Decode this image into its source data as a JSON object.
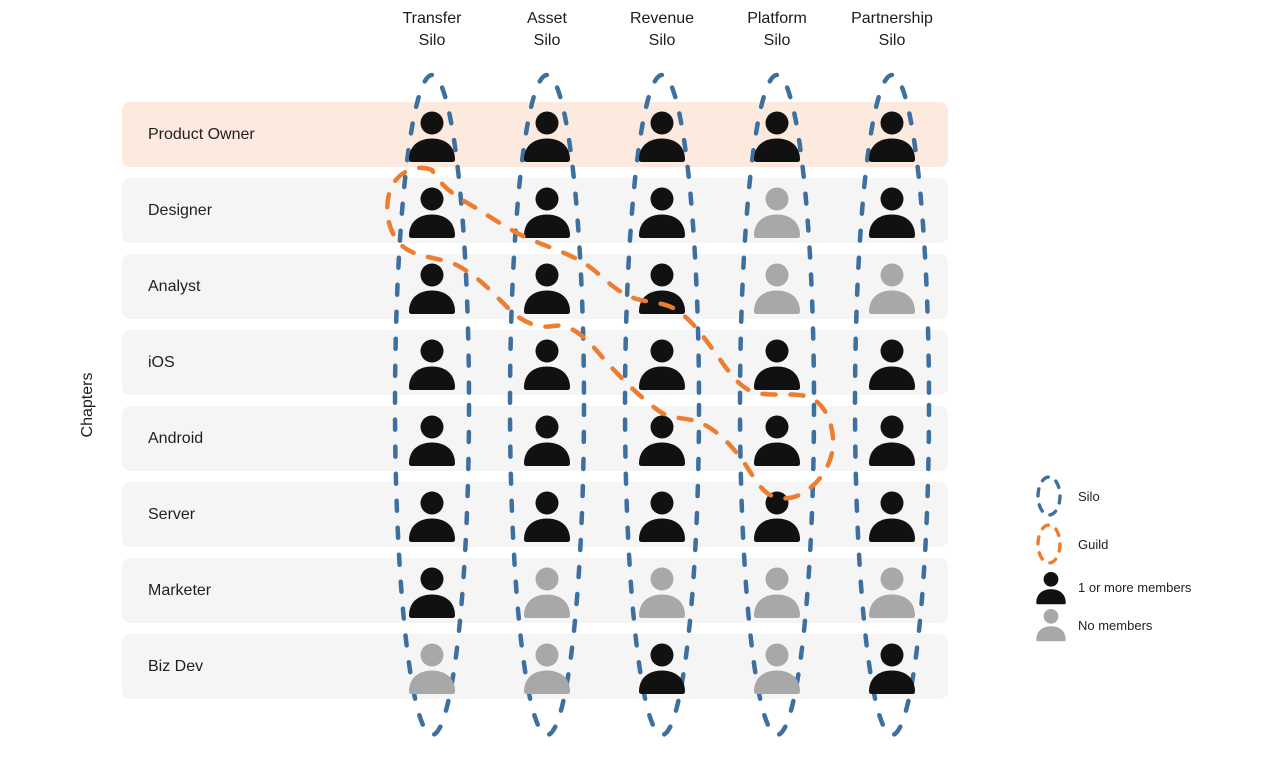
{
  "axis": {
    "rows_label": "Chapters"
  },
  "columns": [
    {
      "line1": "Transfer",
      "line2": "Silo"
    },
    {
      "line1": "Asset",
      "line2": "Silo"
    },
    {
      "line1": "Revenue",
      "line2": "Silo"
    },
    {
      "line1": "Platform",
      "line2": "Silo"
    },
    {
      "line1": "Partnership",
      "line2": "Silo"
    }
  ],
  "rows": [
    {
      "label": "Product Owner",
      "highlighted": true,
      "members": [
        1,
        1,
        1,
        1,
        1
      ]
    },
    {
      "label": "Designer",
      "highlighted": false,
      "members": [
        1,
        1,
        1,
        0,
        1
      ]
    },
    {
      "label": "Analyst",
      "highlighted": false,
      "members": [
        1,
        1,
        1,
        0,
        0
      ]
    },
    {
      "label": "iOS",
      "highlighted": false,
      "members": [
        1,
        1,
        1,
        1,
        1
      ]
    },
    {
      "label": "Android",
      "highlighted": false,
      "members": [
        1,
        1,
        1,
        1,
        1
      ]
    },
    {
      "label": "Server",
      "highlighted": false,
      "members": [
        1,
        1,
        1,
        1,
        1
      ]
    },
    {
      "label": "Marketer",
      "highlighted": false,
      "members": [
        1,
        0,
        0,
        0,
        0
      ]
    },
    {
      "label": "Biz Dev",
      "highlighted": false,
      "members": [
        0,
        0,
        1,
        0,
        1
      ]
    }
  ],
  "legend": {
    "silo_label": "Silo",
    "guild_label": "Guild",
    "member_label": "1 or more members",
    "no_member_label": "No members"
  },
  "colors": {
    "silo_blue": "#3d6f9f",
    "guild_orange": "#ed7d31",
    "member_black": "#111111",
    "no_member_gray": "#a8a8a8",
    "row_highlight_bg": "#fceade",
    "row_bg": "#f5f5f6"
  }
}
